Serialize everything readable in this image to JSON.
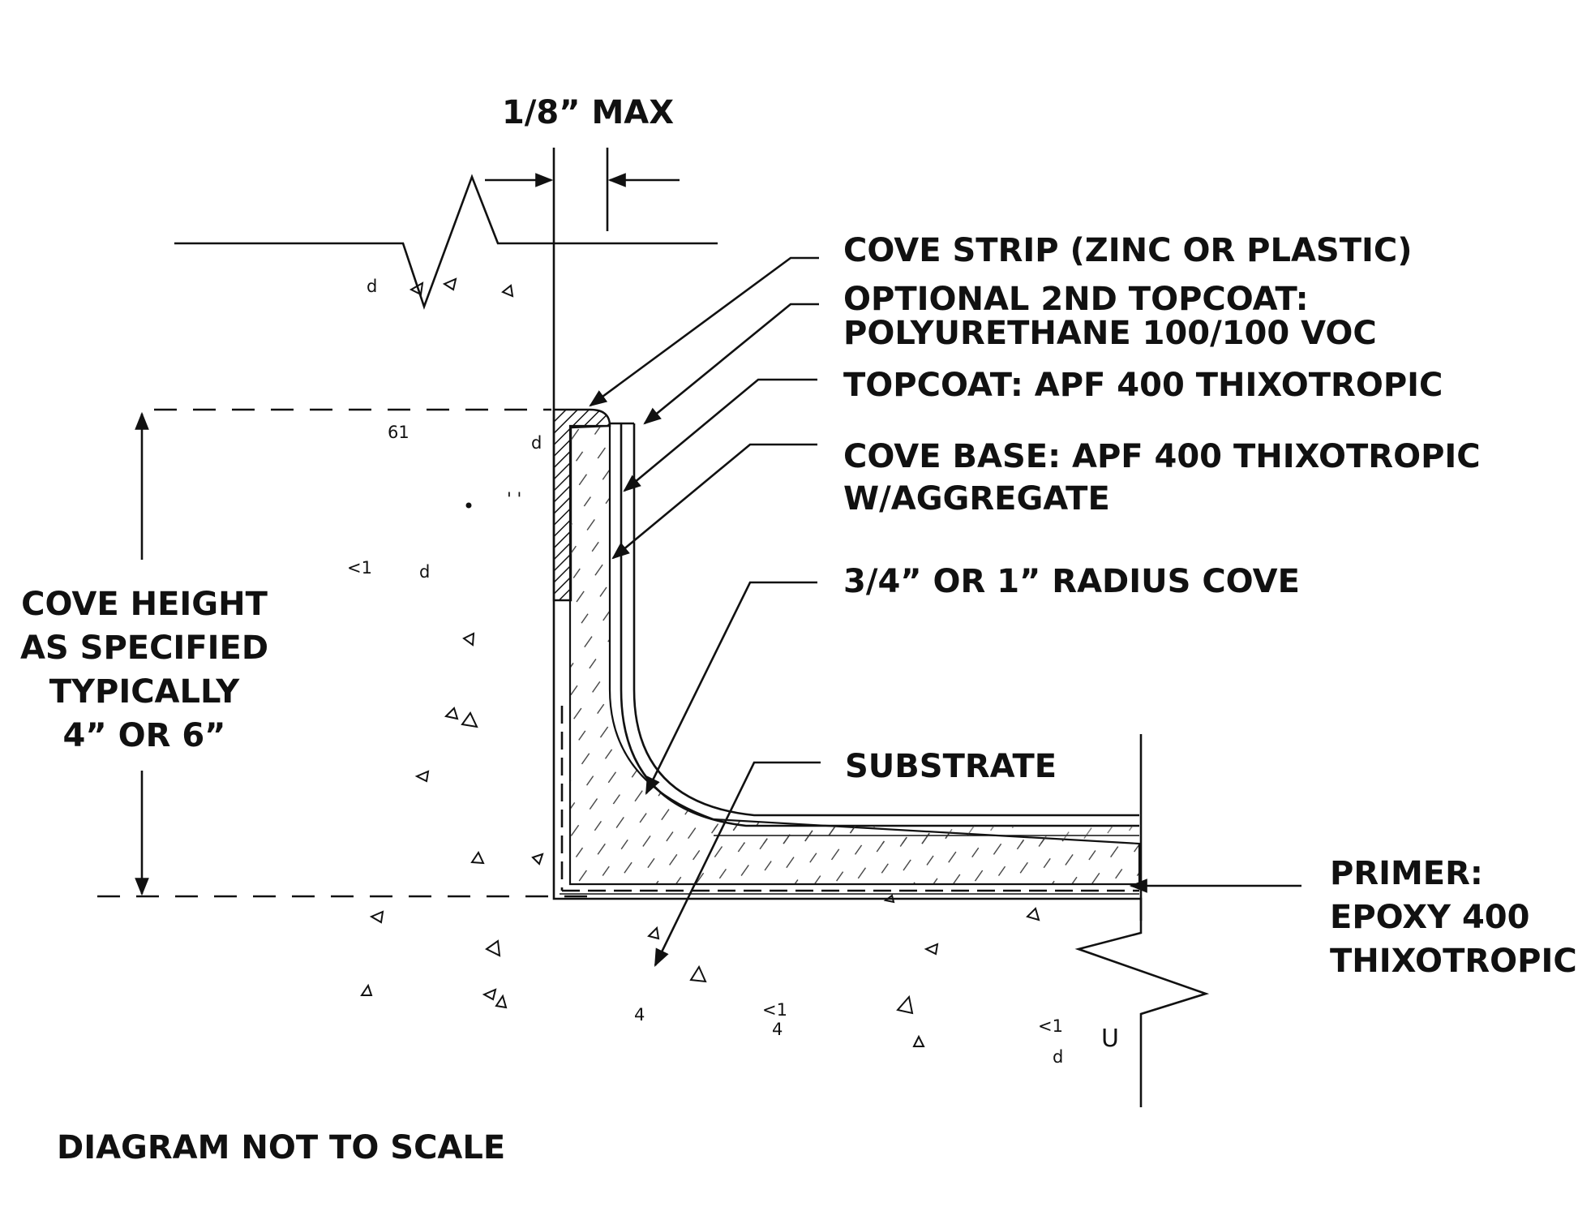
{
  "dimension": {
    "gap_label": "1/8” MAX"
  },
  "cove_height": {
    "lines": [
      "COVE HEIGHT",
      "AS SPECIFIED",
      "TYPICALLY",
      "4” OR 6”"
    ]
  },
  "callouts": {
    "cove_strip": [
      "COVE STRIP (ZINC OR PLASTIC)"
    ],
    "second_topcoat": [
      "OPTIONAL 2ND TOPCOAT:",
      "POLYURETHANE 100/100 VOC"
    ],
    "topcoat": [
      "TOPCOAT: APF 400 THIXOTROPIC"
    ],
    "cove_base": [
      "COVE BASE: APF 400 THIXOTROPIC",
      "W/AGGREGATE"
    ],
    "radius": [
      "3/4” OR 1” RADIUS COVE"
    ],
    "substrate": [
      "SUBSTRATE"
    ],
    "primer": [
      "PRIMER:",
      "EPOXY 400",
      "THIXOTROPIC"
    ]
  },
  "aggregate_marks": [
    "d",
    "61",
    "d",
    "' '",
    "<1",
    "d",
    "4",
    "<1",
    "4",
    "<1",
    "d",
    "U"
  ],
  "footer": {
    "note": "DIAGRAM NOT TO SCALE"
  }
}
